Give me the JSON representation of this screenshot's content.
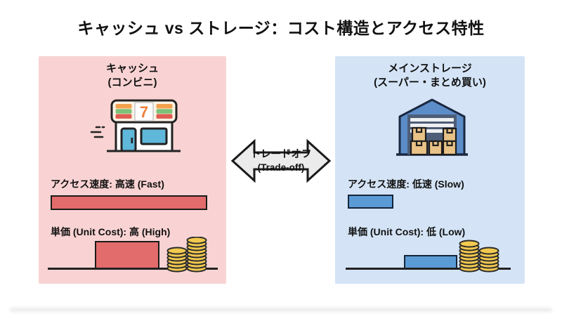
{
  "title": "キャッシュ vs ストレージ：コスト構造とアクセス特性",
  "tradeoff": {
    "label_ja": "トレードオフ",
    "label_en": "(Trade-off)"
  },
  "cache_panel": {
    "title": "キャッシュ",
    "subtitle": "(コンビニ)",
    "icon": "convenience-store-icon",
    "store_sign_digit": "7",
    "speed_label": "アクセス速度: 高速 (Fast)",
    "cost_label": "単価 (Unit Cost): 高 (High)",
    "colors": {
      "bg": "#f9d3d3",
      "bar": "#e26b6b"
    }
  },
  "storage_panel": {
    "title": "メインストレージ",
    "subtitle": "(スーパー・まとめ買い)",
    "icon": "warehouse-icon",
    "speed_label": "アクセス速度: 低速 (Slow)",
    "cost_label": "単価 (Unit Cost): 低 (Low)",
    "colors": {
      "bg": "#d4e4f6",
      "bar": "#5b9bd5"
    }
  },
  "bars": {
    "speed_relative": {
      "cache": 1.0,
      "storage": 0.29
    },
    "cost_relative": {
      "cache": 1.0,
      "storage": 0.47
    }
  },
  "colors": {
    "arrow_fill": "#ebebeb",
    "coin": "#f3c94f",
    "text": "#111111",
    "background": "#ffffff"
  }
}
